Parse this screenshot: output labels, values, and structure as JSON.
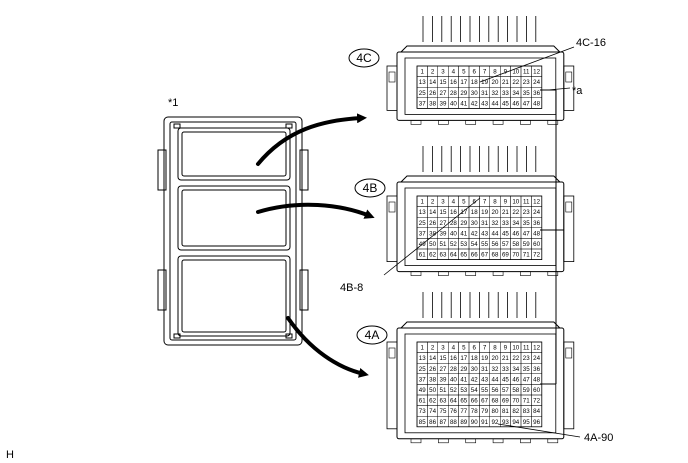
{
  "labels": {
    "star1": "*1",
    "star_a": "*a",
    "footer": "H",
    "pin_4c16": "4C-16",
    "pin_4b8": "4B-8",
    "pin_4a90": "4A-90"
  },
  "connectors": [
    {
      "id": "4C",
      "label": "4C",
      "rows": 4,
      "cols": 12,
      "start": 1
    },
    {
      "id": "4B",
      "label": "4B",
      "rows": 6,
      "cols": 12,
      "start": 1
    },
    {
      "id": "4A",
      "label": "4A",
      "rows": 8,
      "cols": 12,
      "start": 1
    }
  ],
  "colors": {
    "line": "#000000",
    "background": "#ffffff"
  }
}
